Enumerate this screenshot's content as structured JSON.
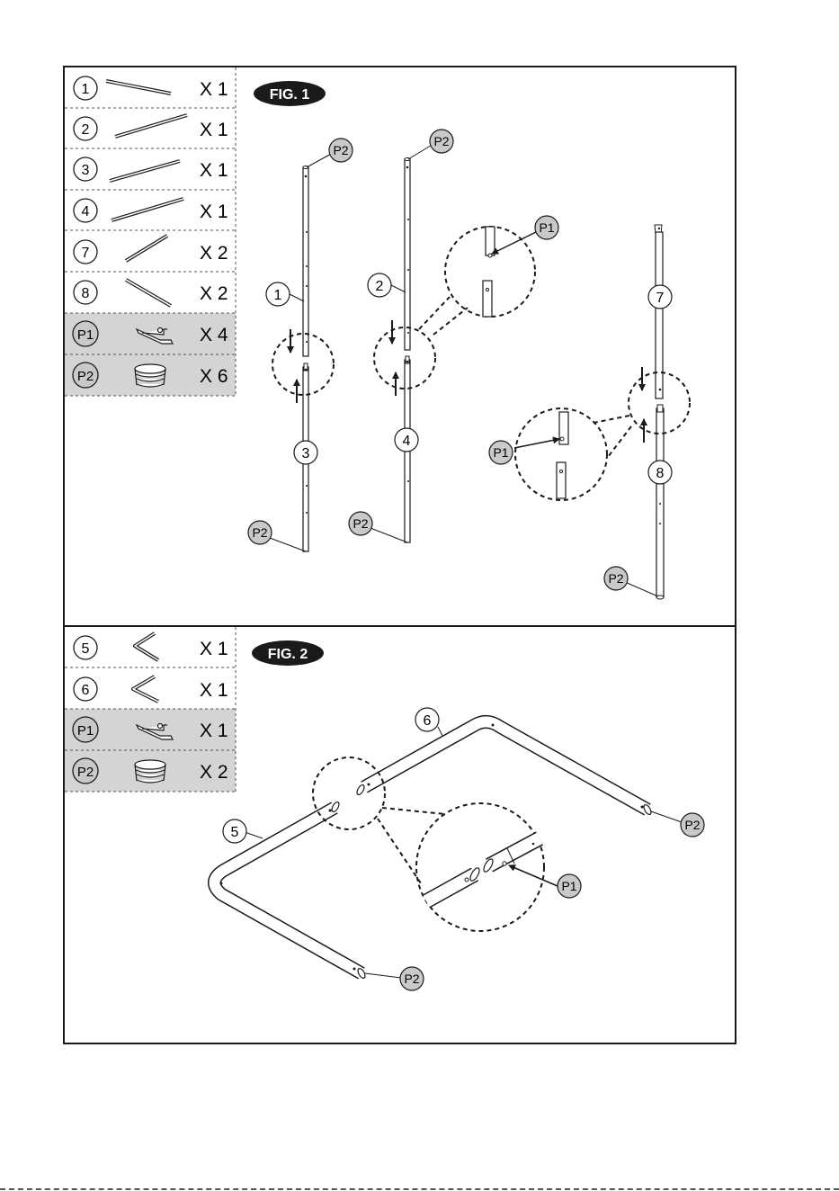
{
  "colors": {
    "ink": "#1a1a1a",
    "shade": "#d4d4d4",
    "badge_fill": "#c9c9c9",
    "white": "#ffffff"
  },
  "fig1": {
    "title": "FIG. 1",
    "parts": [
      {
        "id": "1",
        "qty": "X 1",
        "shaded": false,
        "icon": "straight-tube-icon"
      },
      {
        "id": "2",
        "qty": "X 1",
        "shaded": false,
        "icon": "straight-tube-icon"
      },
      {
        "id": "3",
        "qty": "X 1",
        "shaded": false,
        "icon": "straight-tube-icon"
      },
      {
        "id": "4",
        "qty": "X 1",
        "shaded": false,
        "icon": "straight-tube-icon"
      },
      {
        "id": "7",
        "qty": "X 2",
        "shaded": false,
        "icon": "short-tube-icon"
      },
      {
        "id": "8",
        "qty": "X 2",
        "shaded": false,
        "icon": "short-tube-icon"
      },
      {
        "id": "P1",
        "qty": "X 4",
        "shaded": true,
        "icon": "spring-clip-icon"
      },
      {
        "id": "P2",
        "qty": "X 6",
        "shaded": true,
        "icon": "end-cap-icon"
      }
    ],
    "callouts": {
      "a": "1",
      "b": "3",
      "c": "2",
      "d": "4",
      "e": "7",
      "f": "8",
      "clip": "P1",
      "cap": "P2"
    }
  },
  "fig2": {
    "title": "FIG. 2",
    "parts": [
      {
        "id": "5",
        "qty": "X 1",
        "shaded": false,
        "icon": "bent-tube-icon"
      },
      {
        "id": "6",
        "qty": "X 1",
        "shaded": false,
        "icon": "bent-tube-icon"
      },
      {
        "id": "P1",
        "qty": "X 1",
        "shaded": true,
        "icon": "spring-clip-icon"
      },
      {
        "id": "P2",
        "qty": "X 2",
        "shaded": true,
        "icon": "end-cap-icon"
      }
    ],
    "callouts": {
      "a": "5",
      "b": "6",
      "clip": "P1",
      "cap": "P2"
    }
  }
}
